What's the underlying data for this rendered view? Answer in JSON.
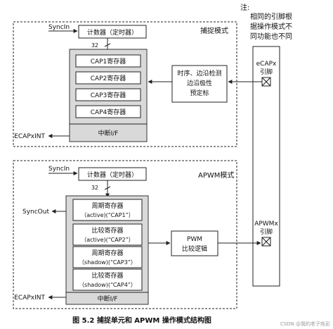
{
  "note": {
    "title": "注:",
    "lines": [
      "相同的引脚根",
      "据操作模式不",
      "同功能也不同"
    ]
  },
  "capture_mode": {
    "mode_label": "捕捉模式",
    "syncin": "SyncIn",
    "counter": "计数器（定时器）",
    "bus_width": "32",
    "registers": [
      "CAP1寄存器",
      "CAP2寄存器",
      "CAP3寄存器",
      "CAP4寄存器"
    ],
    "interrupt": "中断I/F",
    "int_out": "ECAPxINT",
    "edge_logic": [
      "时序、边沿检测",
      "边沿极性",
      "预定标"
    ]
  },
  "pin_ecap": {
    "label_line1": "eCAPx",
    "label_line2": "引脚"
  },
  "apwm_mode": {
    "mode_label": "APWM模式",
    "syncin": "SyncIn",
    "counter": "计数器（定时器）",
    "bus_width": "32",
    "syncout": "SyncOut",
    "registers": [
      {
        "line1": "周期寄存器",
        "line2": "（active)(“CAP1”）"
      },
      {
        "line1": "比较寄存器",
        "line2": "（active)(“CAP2”）"
      },
      {
        "line1": "周期寄存器",
        "line2": "（shadow)(“CAP3”）"
      },
      {
        "line1": "比较寄存器",
        "line2": "（shadow)(“CAP4”）"
      }
    ],
    "interrupt": "中断I/F",
    "int_out": "ECAPxINT",
    "pwm_logic": [
      "PWM",
      "比较逻辑"
    ]
  },
  "pin_apwm": {
    "label_line1": "APWMx",
    "label_line2": "引脚"
  },
  "caption": "图 5.2   捕捉单元和 APWM 操作模式结构图",
  "watermark": "CSDN @我的老子姓彭"
}
